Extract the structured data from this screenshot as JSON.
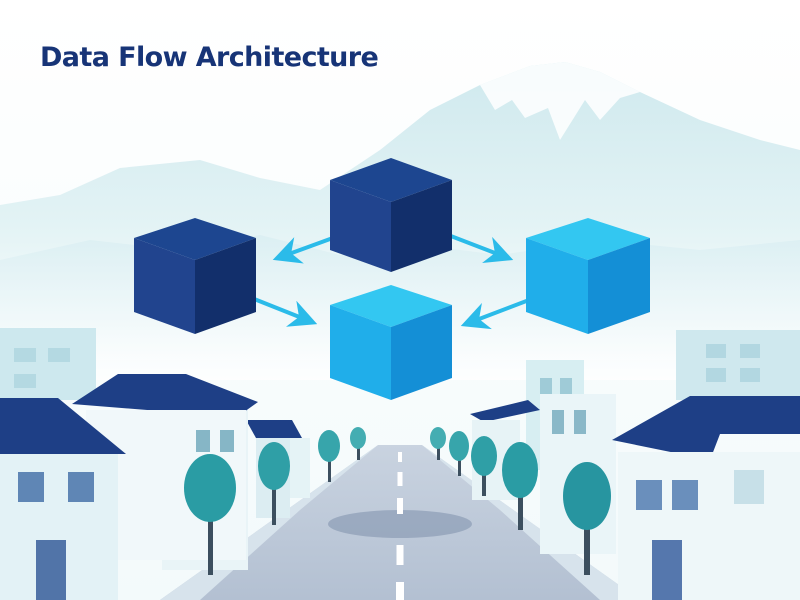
{
  "title": "Data Flow Architecture",
  "colors": {
    "title": "#173477",
    "node_dark_top": "#1d4690",
    "node_dark_left": "#21448e",
    "node_dark_right": "#122f6b",
    "node_light_top": "#33c7f1",
    "node_light_left": "#20aeea",
    "node_light_right": "#148fd6",
    "arrow": "#2bbbe9",
    "mountain": "#d6edf1",
    "road": "#b9c5d6",
    "roof": "#1e3f86",
    "tree": "#2a9ca4"
  },
  "diagram": {
    "nodes": [
      {
        "id": "node-top",
        "shade": "dark"
      },
      {
        "id": "node-left",
        "shade": "dark"
      },
      {
        "id": "node-right",
        "shade": "light"
      },
      {
        "id": "node-bottom",
        "shade": "light"
      }
    ],
    "edges": [
      {
        "from": "node-top",
        "to": "node-left"
      },
      {
        "from": "node-top",
        "to": "node-right"
      },
      {
        "from": "node-left",
        "to": "node-bottom"
      },
      {
        "from": "node-right",
        "to": "node-bottom"
      }
    ]
  }
}
